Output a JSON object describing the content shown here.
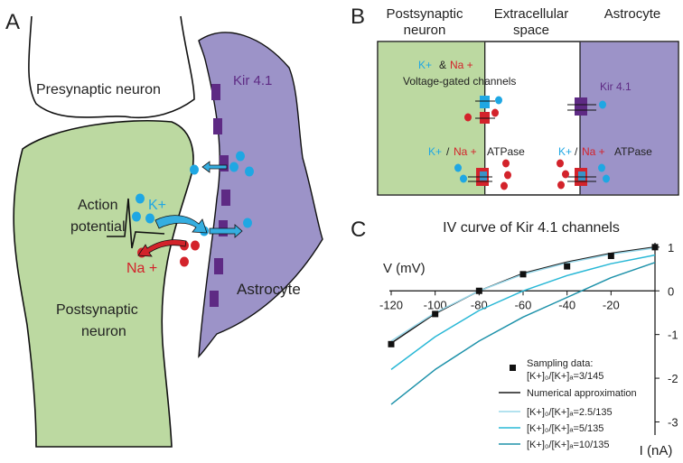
{
  "panel_a": {
    "letter": "A",
    "presynaptic": "Presynaptic neuron",
    "kir": "Kir 4.1",
    "action_line1": "Action",
    "action_line2": "potential",
    "k_label": "K+",
    "na_label": "Na +",
    "astrocyte": "Astrocyte",
    "post_line1": "Postsynaptic",
    "post_line2": "neuron"
  },
  "panel_b": {
    "letter": "B",
    "col_post_line1": "Postsynaptic",
    "col_post_line2": "neuron",
    "col_extra_line1": "Extracellular",
    "col_extra_line2": "space",
    "col_astro": "Astrocyte",
    "k1": "K+",
    "amp": "&",
    "na1": "Na +",
    "vgc": "Voltage-gated channels",
    "kir": "Kir 4.1",
    "k2": "K+",
    "slash2": "/",
    "na2": "Na +",
    "atp2": "ATPase",
    "k3": "K+",
    "slash3": "/",
    "na3": "Na +",
    "atp3": "ATPase"
  },
  "panel_c": {
    "letter": "C",
    "chart_data": {
      "type": "line",
      "title": "IV curve of Kir 4.1 channels",
      "xlabel": "V (mV)",
      "ylabel": "I (nA)",
      "xlim": [
        -120,
        0
      ],
      "ylim": [
        -3.3,
        1.1
      ],
      "x_ticks": [
        -120,
        -100,
        -80,
        -60,
        -40,
        -20
      ],
      "y_ticks": [
        1,
        0,
        -1,
        -2,
        -3
      ],
      "sampling": {
        "x": [
          -120,
          -100,
          -80,
          -60,
          -40,
          -20,
          0
        ],
        "y": [
          -1.22,
          -0.53,
          0.0,
          0.38,
          0.56,
          0.8,
          1.0
        ]
      },
      "series": [
        {
          "key": "numerical",
          "color": "#1a1a1a",
          "x": [
            -120,
            -100,
            -80,
            -60,
            -40,
            -20,
            0
          ],
          "y": [
            -1.2,
            -0.52,
            0.0,
            0.4,
            0.66,
            0.86,
            1.0
          ]
        },
        {
          "key": "r25",
          "color": "#9ad8ea",
          "x": [
            -120,
            -100,
            -80,
            -60,
            -40,
            -20,
            0
          ],
          "y": [
            -1.15,
            -0.5,
            0.0,
            0.38,
            0.64,
            0.84,
            0.98
          ]
        },
        {
          "key": "r5",
          "color": "#29b8d6",
          "x": [
            -120,
            -100,
            -80,
            -60,
            -40,
            -20,
            0
          ],
          "y": [
            -1.8,
            -1.05,
            -0.45,
            0.0,
            0.35,
            0.62,
            0.82
          ]
        },
        {
          "key": "r10",
          "color": "#1e92aa",
          "x": [
            -120,
            -100,
            -80,
            -60,
            -40,
            -20,
            0
          ],
          "y": [
            -2.6,
            -1.8,
            -1.15,
            -0.6,
            -0.15,
            0.3,
            0.65
          ]
        }
      ]
    },
    "legend": {
      "sampling_l1": "Sampling data:",
      "sampling_l2": "[K+]₀/[K+]ₐ=3/145",
      "numerical": "Numerical approximation",
      "r25": "[K+]₀/[K+]ₐ=2.5/135",
      "r5": "[K+]₀/[K+]ₐ=5/135",
      "r10": "[K+]₀/[K+]ₐ=10/135"
    }
  },
  "colors": {
    "neuron_green": "#bcd9a1",
    "astro_purple": "#9c93c8",
    "kir_purple": "#5e2a84",
    "k_blue": "#1fa7e3",
    "na_red": "#d3232b"
  }
}
